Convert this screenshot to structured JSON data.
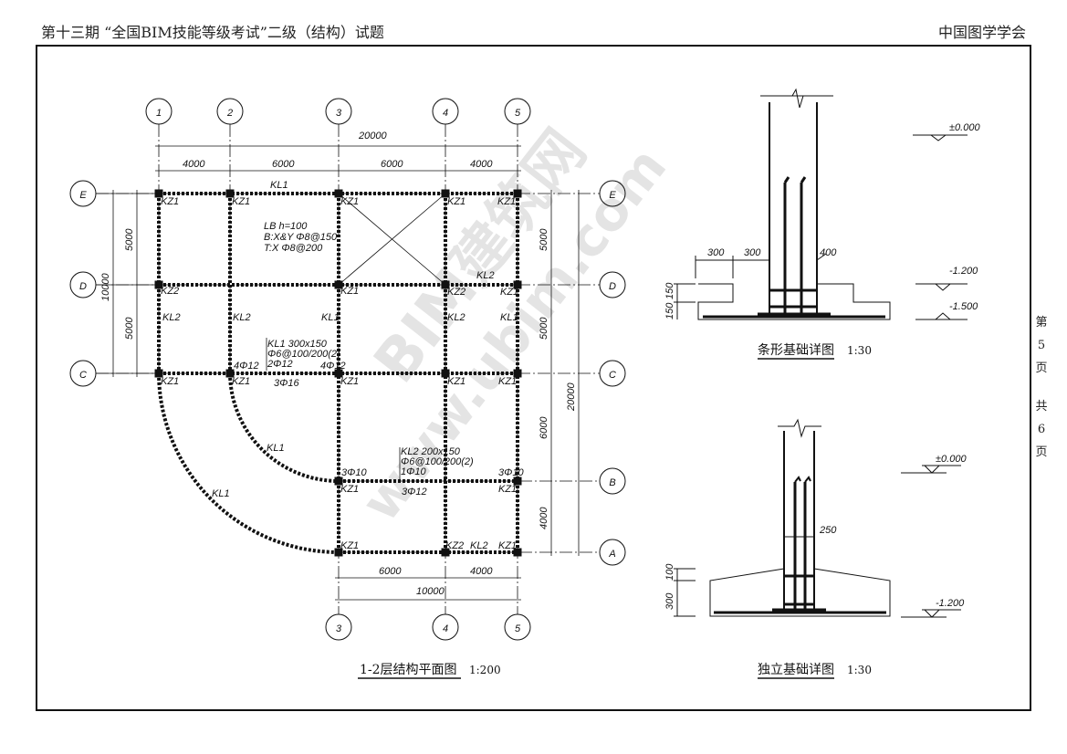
{
  "header": {
    "left": "第十三期 “全国BIM技能等级考试”二级（结构）试题",
    "right": "中国图学学会"
  },
  "side": {
    "chars": [
      "第",
      "5",
      "页",
      "共",
      "6",
      "页"
    ]
  },
  "watermark": {
    "line1": "BIM建筑网",
    "line2": "www.ubim.com"
  },
  "plan": {
    "title": "1-2层结构平面图",
    "scale": "1:200",
    "axes_top": [
      "1",
      "2",
      "3",
      "4",
      "5"
    ],
    "axes_bottom": [
      "3",
      "4",
      "5"
    ],
    "axes_left": [
      "E",
      "D",
      "C"
    ],
    "axes_right": [
      "E",
      "D",
      "C",
      "B",
      "A"
    ],
    "dims": {
      "total_top": "20000",
      "top": [
        "4000",
        "6000",
        "6000",
        "4000"
      ],
      "left": [
        "5000",
        "5000"
      ],
      "left_total": "10000",
      "right": [
        "5000",
        "5000",
        "6000",
        "4000"
      ],
      "right_total": "20000",
      "bottom": [
        "6000",
        "4000"
      ],
      "bottom_total": "10000"
    },
    "labels": {
      "kz1": "KZ1",
      "kz2": "KZ2",
      "kl1": "KL1",
      "kl2": "KL2"
    },
    "slab": [
      "LB h=100",
      "B:X&Y Φ8@150",
      "T:X Φ8@200"
    ],
    "kl1_note": [
      "KL1 300x150",
      "Φ6@100/200(2)",
      "2Φ12"
    ],
    "kl2_note": [
      "KL2 200x150",
      "Φ6@100/200(2)",
      "1Φ10"
    ],
    "rebar": {
      "r4_12": "4Φ12",
      "r3_16": "3Φ16",
      "r3_10": "3Φ10",
      "r3_12": "3Φ12"
    }
  },
  "strip": {
    "title": "条形基础详图",
    "scale": "1:30",
    "dims": [
      "300",
      "300",
      "400",
      "150",
      "150"
    ],
    "levels": [
      "±0.000",
      "-1.200",
      "-1.500"
    ]
  },
  "isolated": {
    "title": "独立基础详图",
    "scale": "1:30",
    "dims": [
      "250",
      "100",
      "300"
    ],
    "levels": [
      "±0.000",
      "-1.200"
    ]
  }
}
